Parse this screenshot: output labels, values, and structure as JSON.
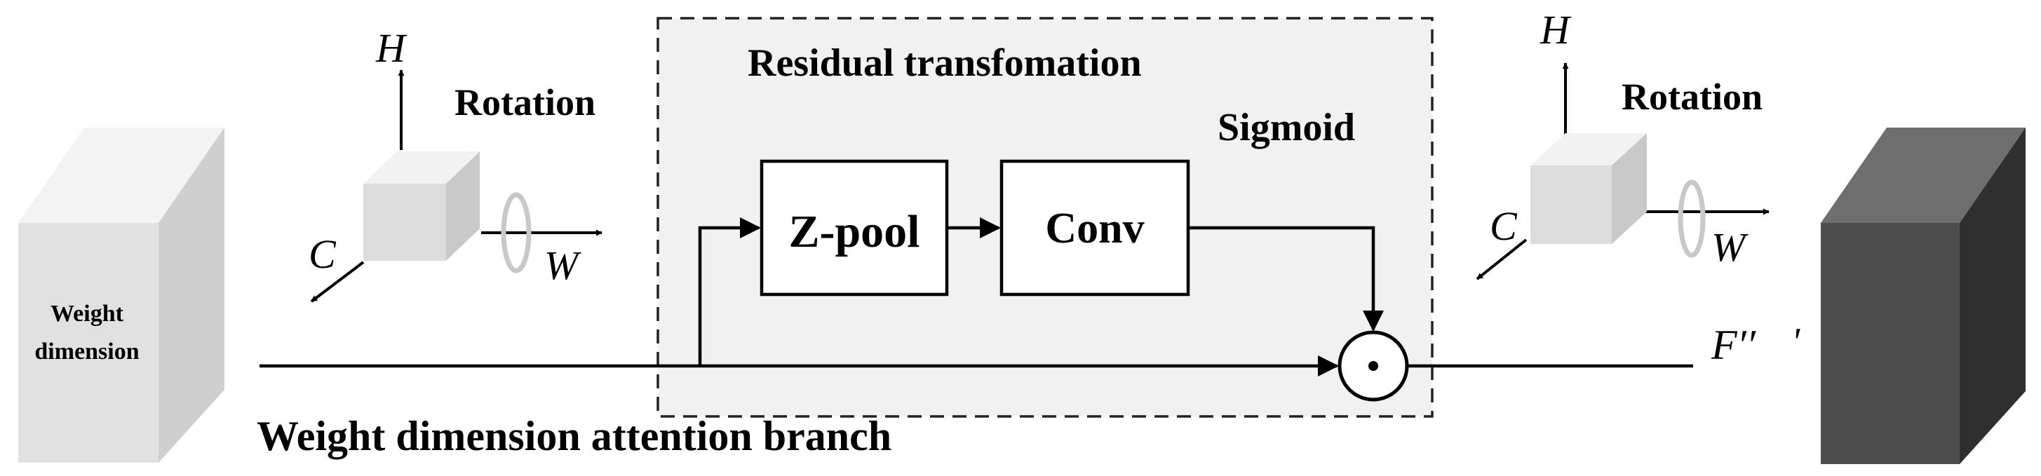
{
  "left_block": {
    "label_line1": "Weight",
    "label_line2": "dimension"
  },
  "left_axes": {
    "h_label": "H",
    "c_label": "C",
    "w_label": "W",
    "rotation_label": "Rotation"
  },
  "residual": {
    "title": "Residual transfomation",
    "sigmoid_label": "Sigmoid",
    "zpool_label": "Z-pool",
    "conv_label": "Conv"
  },
  "right_axes": {
    "h_label": "H",
    "c_label": "C",
    "w_label": "W",
    "rotation_label": "Rotation"
  },
  "output": {
    "label": "F′′",
    "label_suffix": "'"
  },
  "branch_caption": "Weight dimension attention branch"
}
